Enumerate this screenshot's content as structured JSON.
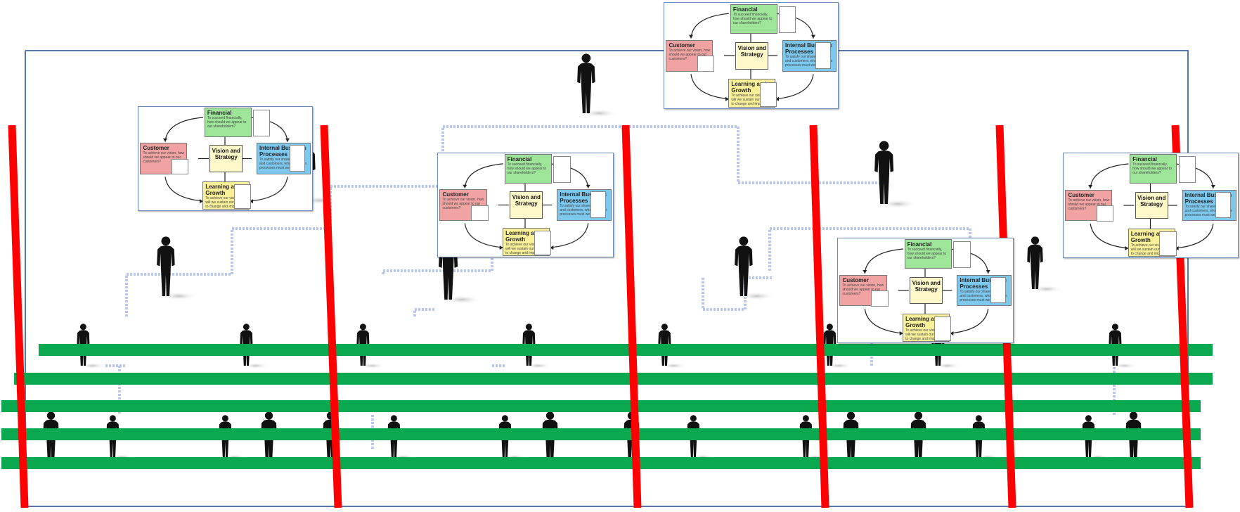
{
  "scorecard": {
    "vision": "Vision and Strategy",
    "perspectives": {
      "financial": {
        "title": "Financial",
        "question": "To succeed financially, how should we appear to our shareholders?"
      },
      "customer": {
        "title": "Customer",
        "question": "To achieve our vision, how should we appear to our customers?"
      },
      "internal": {
        "title": "Internal Business Processes",
        "question": "To satisfy our shareholders and customers, what business processes must we excel at?"
      },
      "learning": {
        "title": "Learning and Growth",
        "question": "To achieve our vision, how will we sustain our ability to change and improve?"
      }
    }
  },
  "colors": {
    "financial": "#9ee59a",
    "customer": "#f1a3a3",
    "internal": "#7cc8ef",
    "learning": "#fbf09a",
    "vertical_divider": "#ff0000",
    "horizontal_band": "#0aa84f",
    "org_line": "#b9c6ee",
    "silhouette": "#111111"
  },
  "org_levels": 4,
  "scorecard_count": 5
}
